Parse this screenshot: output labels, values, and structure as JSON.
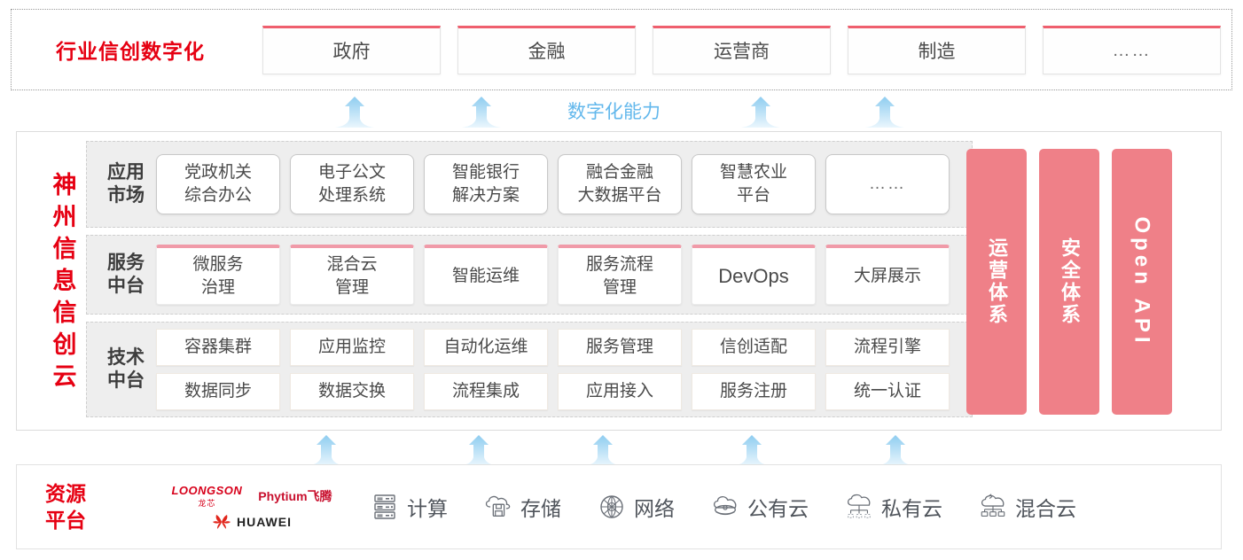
{
  "industry": {
    "title": "行业信创数字化",
    "boxes": [
      {
        "label": "政府"
      },
      {
        "label": "金融"
      },
      {
        "label": "运营商"
      },
      {
        "label": "制造"
      },
      {
        "label": "……"
      }
    ]
  },
  "capability": {
    "label": "数字化能力"
  },
  "cloud": {
    "brand_chars": [
      "神",
      "州",
      "信",
      "息",
      "信",
      "创",
      "云"
    ],
    "tiers": [
      {
        "key": "app-market",
        "label_lines": [
          "应用",
          "市场"
        ],
        "items": [
          {
            "lines": [
              "党政机关",
              "综合办公"
            ]
          },
          {
            "lines": [
              "电子公文",
              "处理系统"
            ]
          },
          {
            "lines": [
              "智能银行",
              "解决方案"
            ]
          },
          {
            "lines": [
              "融合金融",
              "大数据平台"
            ]
          },
          {
            "lines": [
              "智慧农业",
              "平台"
            ]
          },
          {
            "lines": [
              "……"
            ],
            "ghost": true
          }
        ]
      },
      {
        "key": "service-platform",
        "label_lines": [
          "服务",
          "中台"
        ],
        "items": [
          {
            "lines": [
              "微服务",
              "治理"
            ]
          },
          {
            "lines": [
              "混合云",
              "管理"
            ]
          },
          {
            "lines": [
              "智能运维"
            ]
          },
          {
            "lines": [
              "服务流程",
              "管理"
            ]
          },
          {
            "lines": [
              "DevOps"
            ]
          },
          {
            "lines": [
              "大屏展示"
            ]
          }
        ]
      },
      {
        "key": "tech-platform",
        "label_lines": [
          "技术",
          "中台"
        ],
        "grid": [
          [
            "容器集群",
            "应用监控",
            "自动化运维",
            "服务管理",
            "信创适配",
            "流程引擎"
          ],
          [
            "数据同步",
            "数据交换",
            "流程集成",
            "应用接入",
            "服务注册",
            "统一认证"
          ]
        ]
      }
    ],
    "pillars": [
      {
        "label": "运营体系",
        "orientation": "cjk-vertical"
      },
      {
        "label": "安全体系",
        "orientation": "cjk-vertical"
      },
      {
        "label": "Open API",
        "orientation": "latin-rotated"
      }
    ]
  },
  "resource": {
    "title_lines": [
      "资源",
      "平台"
    ],
    "logos": [
      {
        "name": "LOONGSON",
        "sub": "龙芯"
      },
      {
        "name": "Phytium飞腾"
      },
      {
        "name": "HUAWEI"
      }
    ],
    "items": [
      {
        "icon": "server-icon",
        "label": "计算"
      },
      {
        "icon": "cloud-storage-icon",
        "label": "存储"
      },
      {
        "icon": "network-globe-icon",
        "label": "网络"
      },
      {
        "icon": "public-cloud-icon",
        "label": "公有云"
      },
      {
        "icon": "private-cloud-icon",
        "label": "私有云"
      },
      {
        "icon": "hybrid-cloud-icon",
        "label": "混合云"
      }
    ]
  },
  "colors": {
    "brand_red": "#e60012",
    "pillar_pink": "#ef8088",
    "accent_pink": "#ef5f6e",
    "arrow_blue": "#9fd4f2",
    "capability_blue": "#63b8ec"
  },
  "arrows": {
    "top_x": [
      380,
      525,
      840,
      980
    ],
    "bottom_x": [
      348,
      520,
      660,
      828,
      990
    ]
  }
}
